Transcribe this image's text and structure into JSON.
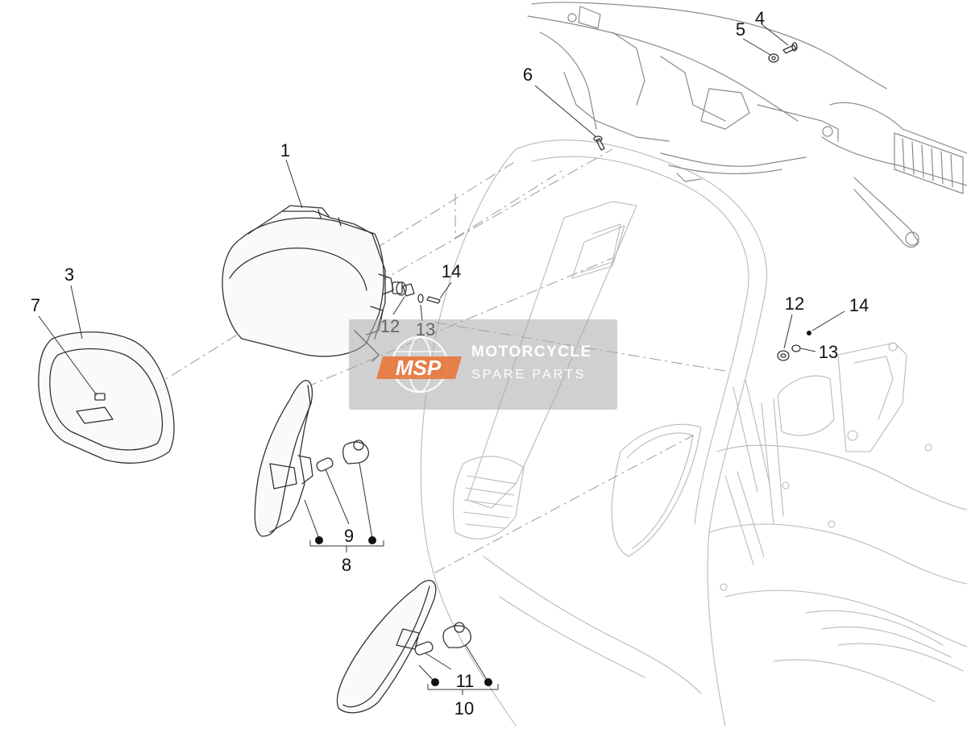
{
  "callouts": {
    "c1": "1",
    "c3": "3",
    "c4": "4",
    "c5": "5",
    "c6": "6",
    "c7": "7",
    "c8": "8",
    "c9": "9",
    "c10": "10",
    "c11": "11",
    "c12a": "12",
    "c12b": "12",
    "c13a": "13",
    "c13b": "13",
    "c14a": "14",
    "c14b": "14"
  },
  "watermark": {
    "badge": "MSP",
    "line1": "MOTORCYCLE",
    "line2": "SPARE PARTS",
    "accent_color": "#e8743a"
  },
  "colors": {
    "part_stroke": "#333333",
    "ghost_stroke": "#b9b9b9",
    "background": "#ffffff"
  }
}
